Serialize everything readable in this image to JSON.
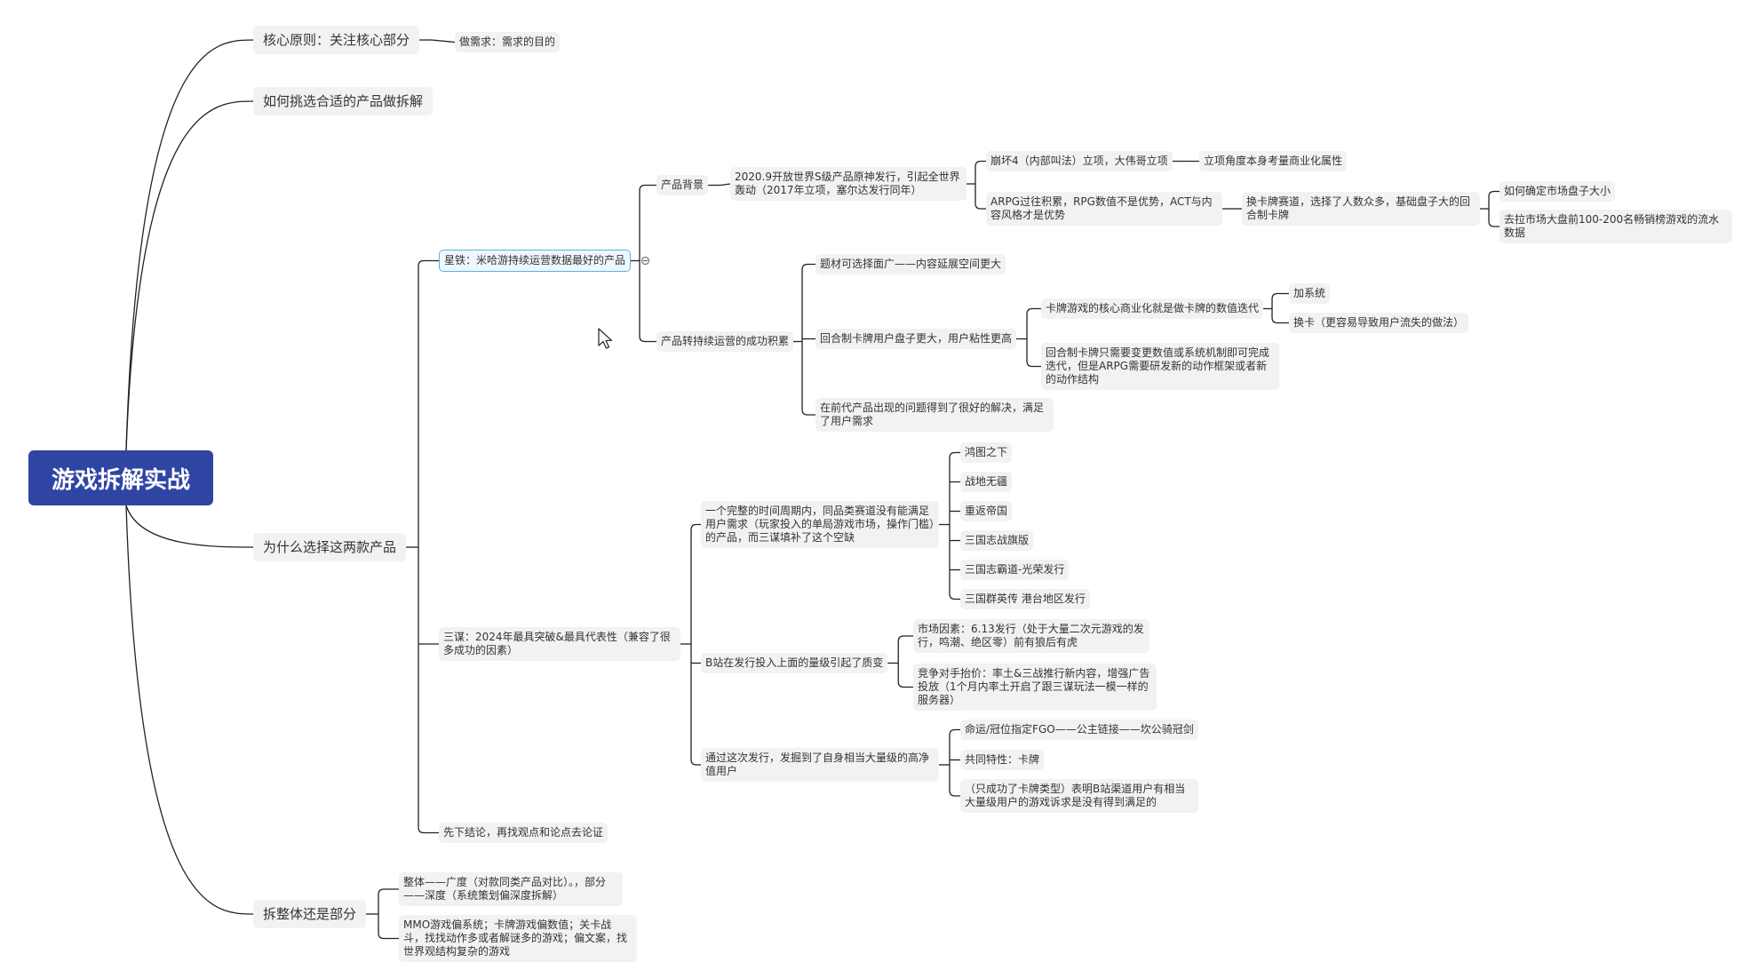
{
  "root": {
    "label": "游戏拆解实战"
  },
  "level1": [
    {
      "id": "core",
      "label": "核心原则：关注核心部分"
    },
    {
      "id": "pick",
      "label": "如何挑选合适的产品做拆解"
    },
    {
      "id": "why",
      "label": "为什么选择这两款产品"
    },
    {
      "id": "whole",
      "label": "拆整体还是部分"
    }
  ],
  "core_child": "做需求：需求的目的",
  "why_children": {
    "star": "星铁：米哈游持续运营数据最好的产品",
    "three": "三谋：2024年最具突破&最具代表性（兼容了很多成功的因素）",
    "conclusion": "先下结论，再找观点和论点去论证"
  },
  "star_branch": {
    "bg": "产品背景",
    "bg_detail": "2020.9开放世界S级产品原神发行，引起全世界轰动（2017年立项，塞尔达发行同年）",
    "honkai": "崩坏4（内部叫法）立项，大伟哥立项",
    "honkai_child": "立项角度本身考量商业化属性",
    "arpg": "ARPG过往积累，RPG数值不是优势，ACT与内容风格才是优势",
    "card_track": "换卡牌赛道，选择了人数众多，基础盘子大的回合制卡牌",
    "market_size": "如何确定市场盘子大小",
    "market_top": "去拉市场大盘前100-200名畅销榜游戏的流水数据",
    "success": "产品转持续运营的成功积累",
    "theme": "题材可选择面广——内容延展空间更大",
    "turn_based": "回合制卡牌用户盘子更大，用户粘性更高",
    "card_core": "卡牌游戏的核心商业化就是做卡牌的数值迭代",
    "add_system": "加系统",
    "swap_card": "换卡（更容易导致用户流失的做法）",
    "arpg_cost": "回合制卡牌只需要变更数值或系统机制即可完成迭代，但是ARPG需要研发新的动作框架或者新的动作结构",
    "solved": "在前代产品出现的问题得到了很好的解决，满足了用户需求"
  },
  "three_branch": {
    "gap": "一个完整的时间周期内，同品类赛道没有能满足用户需求（玩家投入的单局游戏市场，操作门槛）的产品，而三谋填补了这个空缺",
    "games": [
      "鸿图之下",
      "战地无疆",
      "重返帝国",
      "三国志战旗版",
      "三国志霸道-光荣发行",
      "三国群英传 港台地区发行"
    ],
    "bili": "B站在发行投入上面的量级引起了质变",
    "market": "市场因素：6.13发行（处于大量二次元游戏的发行，鸣潮、绝区零）前有狼后有虎",
    "competitor": "竞争对手抬价：率土&三战推行新内容，增强广告投放（1个月内率土开启了跟三谋玩法一模一样的服务器）",
    "users": "通过这次发行，发掘到了自身相当大量级的高净值用户",
    "fgo": "命运/冠位指定FGO——公主链接——坎公骑冠剑",
    "common": "共同特性：卡牌",
    "only_card": "（只成功了卡牌类型）表明B站渠道用户有相当大量级用户的游戏诉求是没有得到满足的"
  },
  "whole_branch": {
    "overall": "整体——广度（对款同类产品对比）。，部分——深度（系统策划偏深度拆解）",
    "mmo": "MMO游戏偏系统；卡牌游戏偏数值；关卡战斗，找找动作多或者解谜多的游戏；偏文案，找世界观结构复杂的游戏"
  },
  "colors": {
    "root_bg": "#2f45a3",
    "node_bg": "#f2f2f2",
    "line": "#222222",
    "selection": "#5ab0e8"
  }
}
